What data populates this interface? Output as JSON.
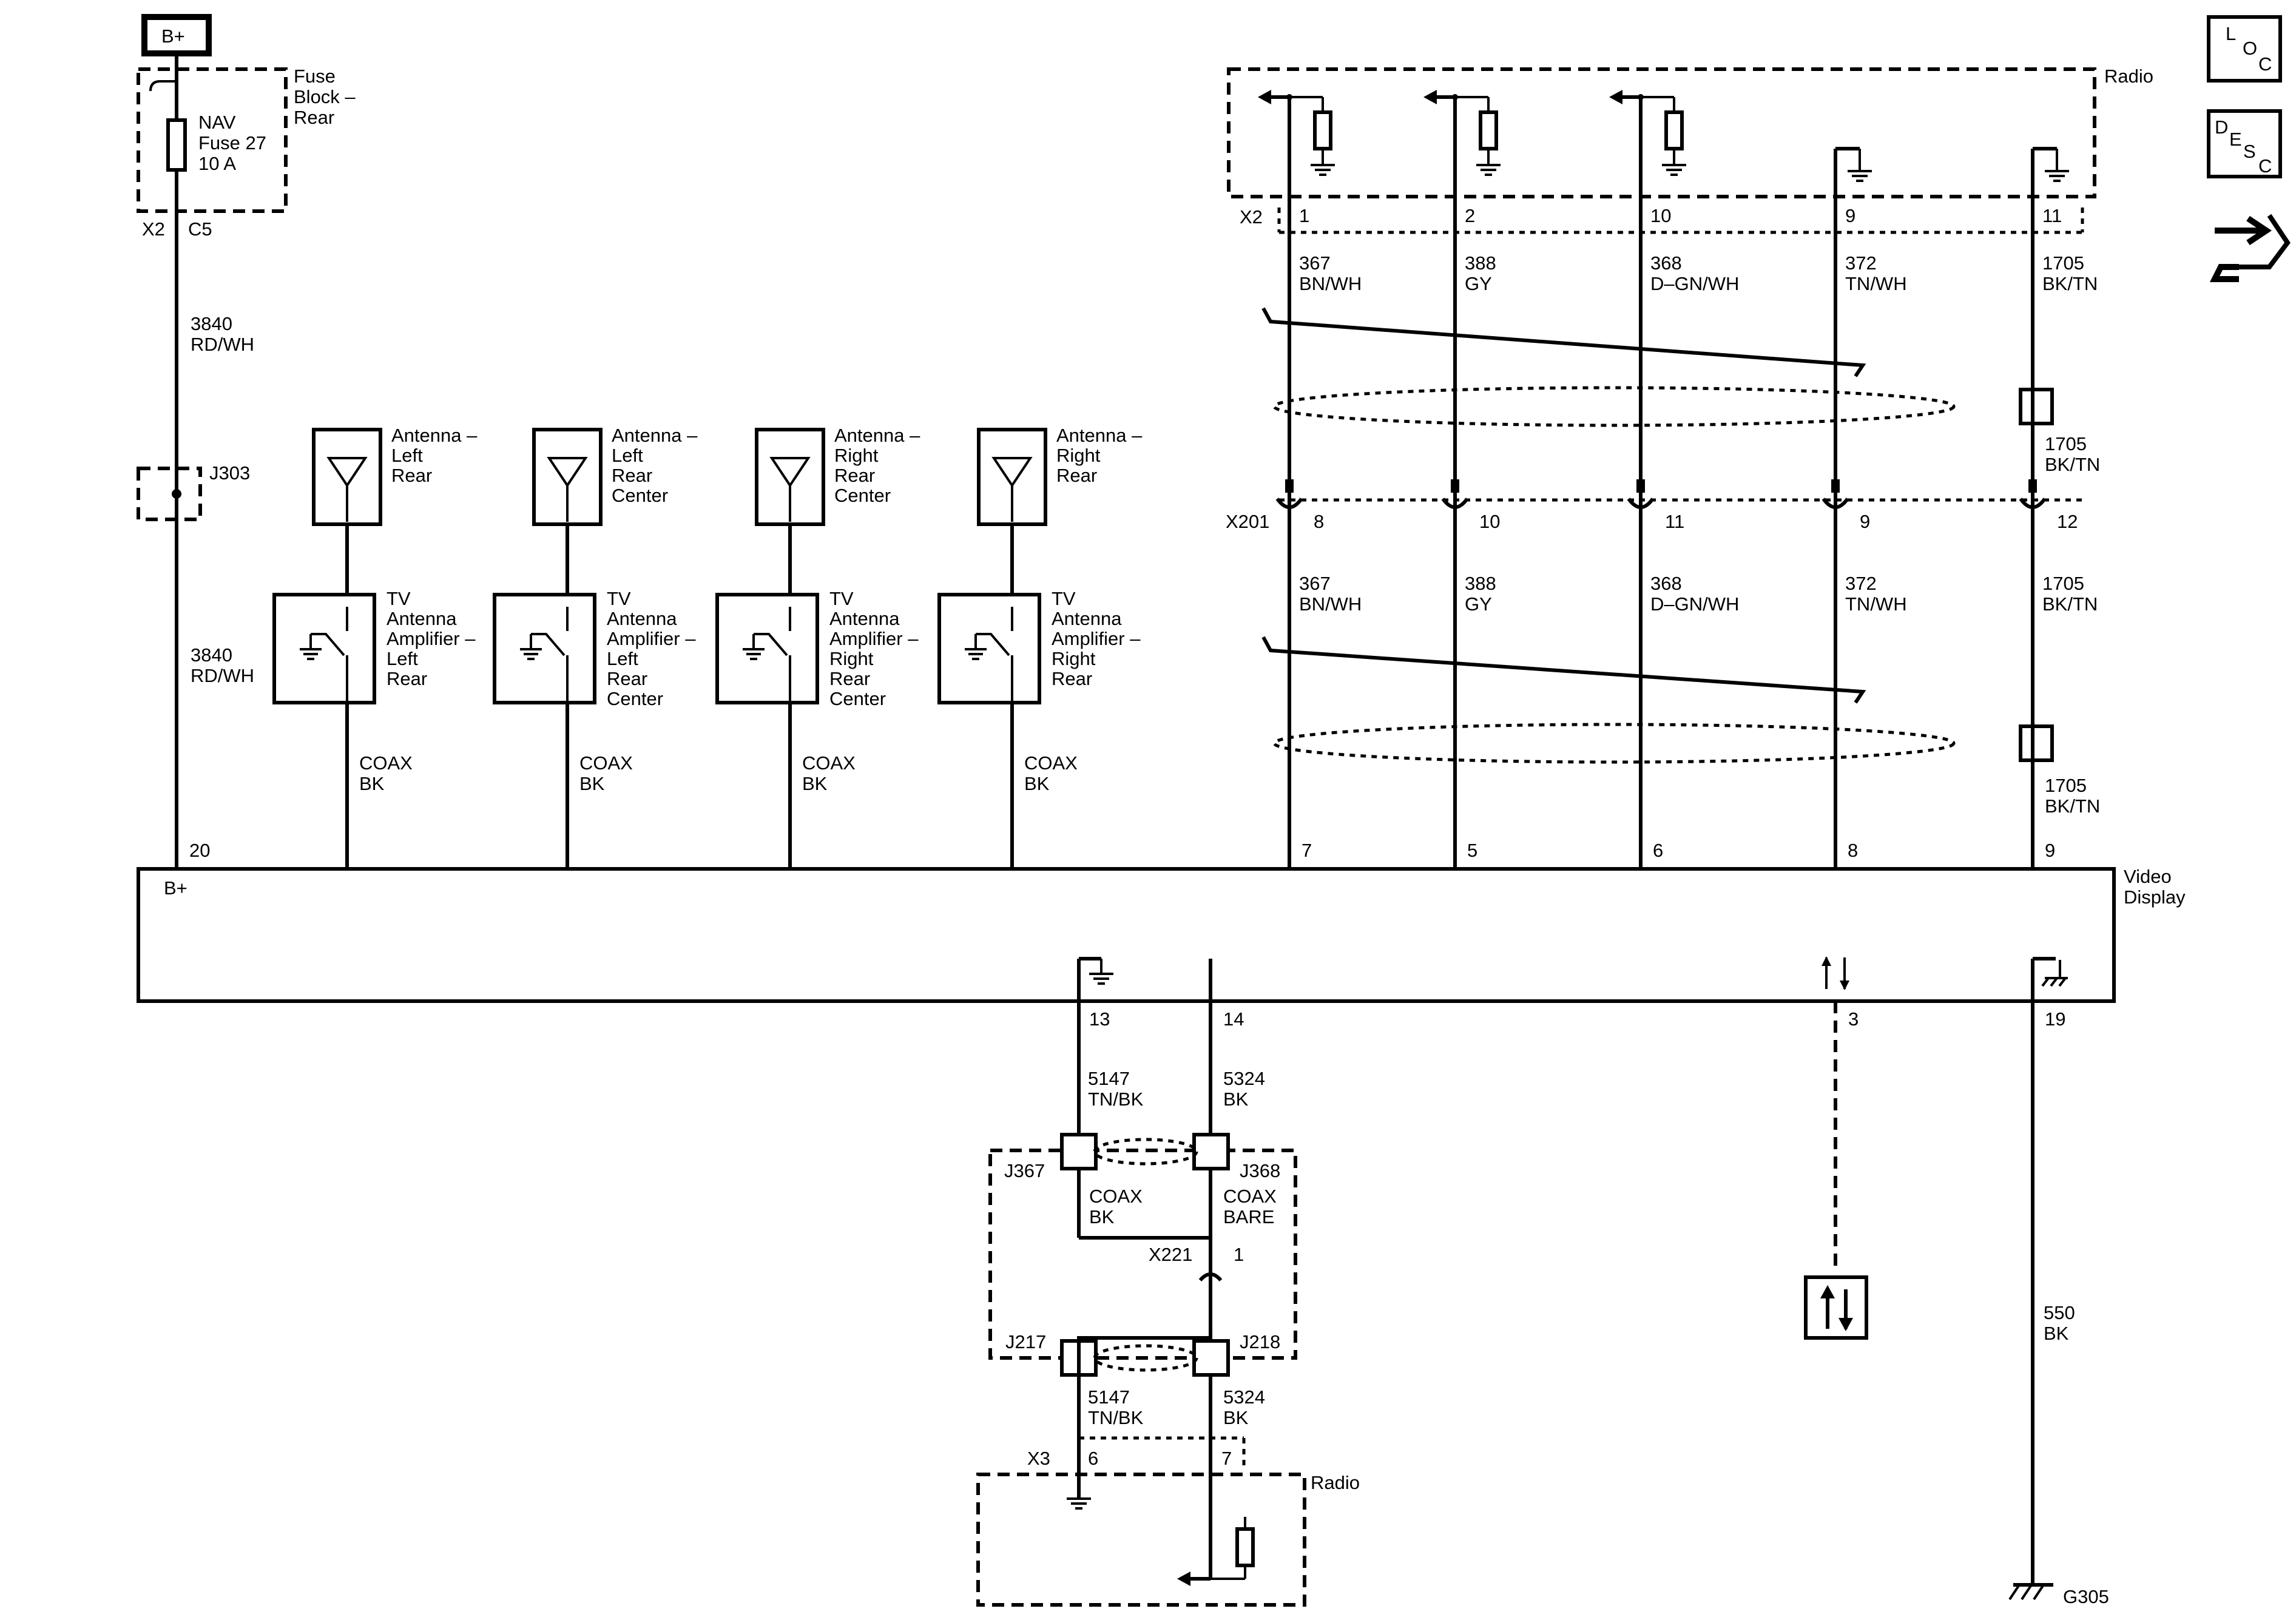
{
  "top_left": {
    "battery": "B+",
    "fuse_block": [
      "Fuse",
      "Block –",
      "Rear"
    ],
    "fuse": [
      "NAV",
      "Fuse 27",
      "10 A"
    ],
    "connector": "X2",
    "pin": "C5",
    "wire_top": [
      "3840",
      "RD/WH"
    ],
    "splice": "J303",
    "wire_bottom": [
      "3840",
      "RD/WH"
    ],
    "video_pin": "20"
  },
  "icons": {
    "loc": [
      "L",
      "O",
      "C"
    ],
    "desc": [
      "D",
      "E",
      "S",
      "C"
    ]
  },
  "radio_top": {
    "label": "Radio",
    "connector": "X2",
    "pins": [
      "1",
      "2",
      "10",
      "9",
      "11"
    ],
    "wires_upper": [
      [
        "367",
        "BN/WH"
      ],
      [
        "388",
        "GY"
      ],
      [
        "368",
        "D–GN/WH"
      ],
      [
        "372",
        "TN/WH"
      ],
      [
        "1705",
        "BK/TN"
      ]
    ],
    "drain_upper": [
      "1705",
      "BK/TN"
    ],
    "inline_connector": "X201",
    "inline_pins": [
      "8",
      "10",
      "11",
      "9",
      "12"
    ],
    "wires_lower": [
      [
        "367",
        "BN/WH"
      ],
      [
        "388",
        "GY"
      ],
      [
        "368",
        "D–GN/WH"
      ],
      [
        "372",
        "TN/WH"
      ],
      [
        "1705",
        "BK/TN"
      ]
    ],
    "drain_lower": [
      "1705",
      "BK/TN"
    ],
    "video_pins": [
      "7",
      "5",
      "6",
      "8",
      "9"
    ]
  },
  "antennas": [
    {
      "antenna": [
        "Antenna –",
        "Left",
        "Rear"
      ],
      "amplifier": [
        "TV",
        "Antenna",
        "Amplifier –",
        "Left",
        "Rear"
      ],
      "wire": [
        "COAX",
        "BK"
      ]
    },
    {
      "antenna": [
        "Antenna –",
        "Left",
        "Rear",
        "Center"
      ],
      "amplifier": [
        "TV",
        "Antenna",
        "Amplifier –",
        "Left",
        "Rear",
        "Center"
      ],
      "wire": [
        "COAX",
        "BK"
      ]
    },
    {
      "antenna": [
        "Antenna –",
        "Right",
        "Rear",
        "Center"
      ],
      "amplifier": [
        "TV",
        "Antenna",
        "Amplifier –",
        "Right",
        "Rear",
        "Center"
      ],
      "wire": [
        "COAX",
        "BK"
      ]
    },
    {
      "antenna": [
        "Antenna –",
        "Right",
        "Rear"
      ],
      "amplifier": [
        "TV",
        "Antenna",
        "Amplifier –",
        "Right",
        "Rear"
      ],
      "wire": [
        "COAX",
        "BK"
      ]
    }
  ],
  "video_display": {
    "label": [
      "Video",
      "Display"
    ],
    "bplus": "B+",
    "bottom_pins": [
      "13",
      "14",
      "3",
      "19"
    ]
  },
  "bottom": {
    "wire_a": [
      "5147",
      "TN/BK"
    ],
    "wire_b": [
      "5324",
      "BK"
    ],
    "splice_a": "J367",
    "splice_b": "J368",
    "coax_a": [
      "COAX",
      "BK"
    ],
    "coax_b": [
      "COAX",
      "BARE"
    ],
    "inline_connector": "X221",
    "inline_pin": "1",
    "splice_c": "J217",
    "splice_d": "J218",
    "wire_c": [
      "5147",
      "TN/BK"
    ],
    "wire_d": [
      "5324",
      "BK"
    ],
    "connector": "X3",
    "pins": [
      "6",
      "7"
    ],
    "radio_label": "Radio",
    "ground_wire": [
      "550",
      "BK"
    ],
    "ground": "G305"
  }
}
